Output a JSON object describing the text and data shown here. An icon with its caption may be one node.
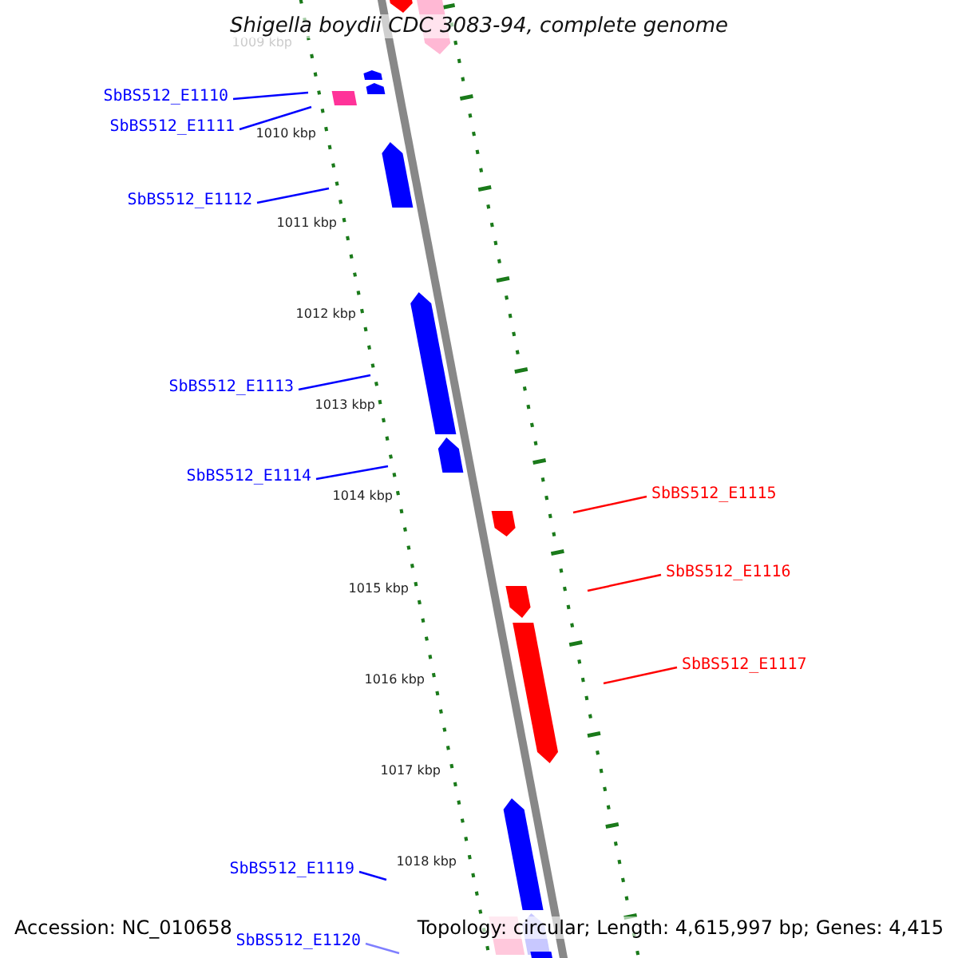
{
  "diagram": {
    "title": "Shigella boydii CDC 3083-94, complete genome",
    "nodes": [
      {
        "text": [
          "SbBS512_E1110"
        ]
      },
      {
        "text": [
          "SbBS512_E1111"
        ]
      },
      {
        "text": [
          "SbBS512_E1112"
        ]
      },
      {
        "text": [
          "SbBS512_E1113"
        ]
      },
      {
        "text": [
          "SbBS512_E1114"
        ]
      },
      {
        "text": [
          "SbBS512_E1115"
        ]
      },
      {
        "text": [
          "SbBS512_E1116"
        ]
      },
      {
        "text": [
          "SbBS512_E1117"
        ]
      },
      {
        "text": [
          "SbBS512_E1119"
        ]
      },
      {
        "text": [
          "SbBS512_E1120"
        ]
      }
    ],
    "edges": [
      {
        "from": 0,
        "to": null,
        "arrow": "none"
      },
      {
        "from": 1,
        "to": null,
        "arrow": "none"
      },
      {
        "from": 2,
        "to": null,
        "arrow": "none"
      },
      {
        "from": 3,
        "to": null,
        "arrow": "none"
      },
      {
        "from": 4,
        "to": null,
        "arrow": "none"
      },
      {
        "from": 5,
        "to": null,
        "arrow": "none",
        "color": "#ff0000"
      },
      {
        "from": 6,
        "to": null,
        "arrow": "none",
        "color": "#ff0000"
      },
      {
        "from": 7,
        "to": null,
        "arrow": "none",
        "color": "#ff0000"
      },
      {
        "from": 8,
        "to": null,
        "arrow": "none"
      },
      {
        "from": 9,
        "to": null,
        "arrow": "none"
      }
    ],
    "labels": [
      "1009 kbp",
      "1010 kbp",
      "1011 kbp",
      "1012 kbp",
      "1013 kbp",
      "1014 kbp",
      "1015 kbp",
      "1016 kbp",
      "1017 kbp",
      "1018 kbp",
      "Accession: NC_010658",
      "Topology: circular; Length: 4,615,997 bp; Genes: 4,415"
    ]
  }
}
